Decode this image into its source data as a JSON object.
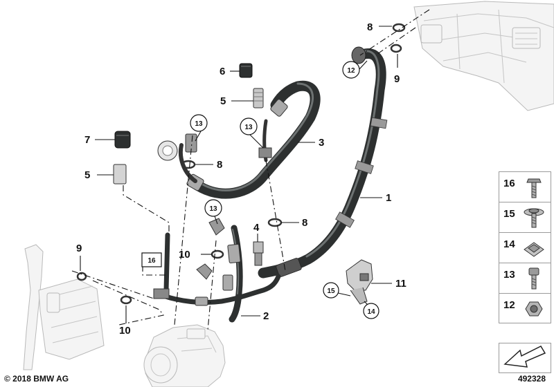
{
  "callouts": {
    "c1": "1",
    "c2": "2",
    "c3": "3",
    "c4": "4",
    "c5a": "5",
    "c5b": "5",
    "c6": "6",
    "c7": "7",
    "c8a": "8",
    "c8b": "8",
    "c8c": "8",
    "c9a": "9",
    "c9b": "9",
    "c10a": "10",
    "c10b": "10",
    "c11": "11",
    "c12": "12",
    "c13a": "13",
    "c13b": "13",
    "c13c": "13",
    "c14": "14",
    "c15": "15",
    "c16": "16"
  },
  "legend": [
    {
      "label": "16",
      "icon": "bolt-icon"
    },
    {
      "label": "15",
      "icon": "washer-screw-icon"
    },
    {
      "label": "14",
      "icon": "clip-nut-icon"
    },
    {
      "label": "13",
      "icon": "hex-screw-icon"
    },
    {
      "label": "12",
      "icon": "hex-nut-icon"
    }
  ],
  "footer": {
    "copyright": "© 2018 BMW AG",
    "diagram_id": "492328"
  },
  "colors": {
    "hose": "#3a3d3d",
    "hose_highlight": "#6d7272",
    "clamp": "#9a9a9a",
    "ghost_fill": "#f4f4f4",
    "ghost_line": "#b9b9b9",
    "line": "#111111"
  }
}
